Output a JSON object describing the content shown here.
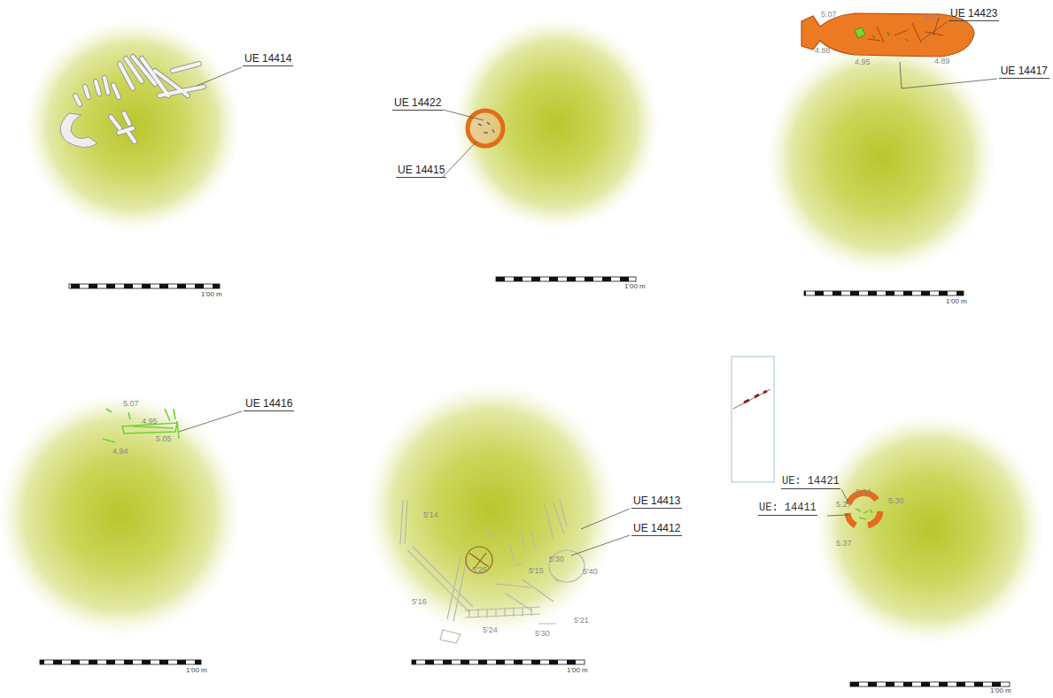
{
  "diagram": {
    "labels": [
      "UE 14414",
      "1'00 m",
      "UE 14422",
      "UE 14415",
      "1'00 m",
      "5.07",
      "5.13",
      "UE 14423",
      "UE 14417",
      "4.88",
      "4.95",
      "4.89",
      "1'00 m",
      "5.07",
      "UE 14416",
      "4.95",
      "5.05",
      "4.94",
      "1'00 m",
      "UE 14413",
      "UE 14412",
      "5'14",
      "5'26",
      "5'15",
      "5'30",
      "5'40",
      "5'16",
      "5'21",
      "5'24",
      "5'30",
      "1'00 m",
      "UE: 14421",
      "5.24",
      "5.30",
      "UE: 14411",
      "5.27",
      "5.37",
      "1'00 m"
    ]
  }
}
